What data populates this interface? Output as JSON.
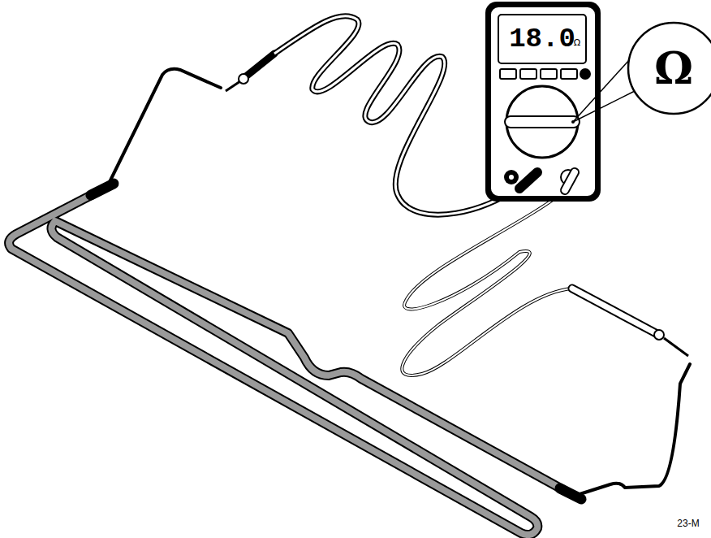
{
  "diagram": {
    "labels": [
      "18.0",
      "Ω",
      "Ω",
      "23-M"
    ]
  }
}
